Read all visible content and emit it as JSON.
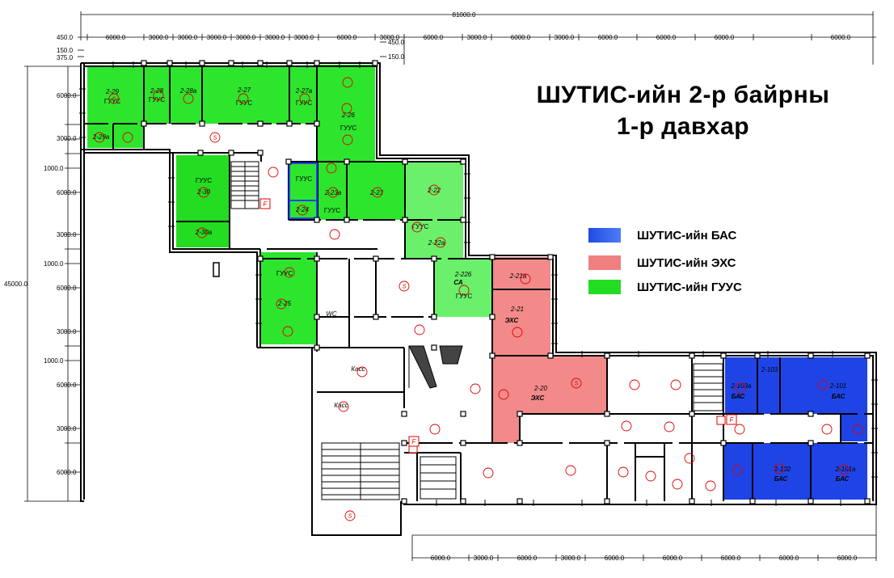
{
  "title": {
    "line1": "ШУТИС-ийн 2-р байрны",
    "line2": "1-р давхар"
  },
  "legend": [
    {
      "label": "ШУТИС-ийн БАС",
      "color": "#1f4be0"
    },
    {
      "label": "ШУТИС-ийн ЭХС",
      "color": "#f08080"
    },
    {
      "label": "ШУТИС-ийн ГУУС",
      "color": "#22dd22"
    }
  ],
  "colors": {
    "green": "#2ee52e",
    "green_light": "#6af06a",
    "red": "#f28a8a",
    "blue": "#1f44e6",
    "wall": "#000000",
    "dim": "#000000",
    "mark": "#dd0000"
  },
  "dimensions": {
    "overall_width": "81000.0",
    "overall_height": "45000.0",
    "top_row": [
      "6000.0",
      "3000.0",
      "3000.0",
      "3000.0",
      "3000.0",
      "3000.0",
      "3000.0",
      "6000.0",
      "3000.0",
      "6000.0",
      "3000.0",
      "6000.0",
      "3000.0",
      "6000.0",
      "6000.0",
      "6000.0",
      "6000.0"
    ],
    "left_offsets": [
      "450.0",
      "150.0",
      "375.0"
    ],
    "right_offsets": [
      "450.0",
      "150.0"
    ],
    "left_column": [
      "6000.0",
      "3000.0",
      "1000.0",
      "6000.0",
      "3000.0",
      "1000.0",
      "6000.0",
      "3000.0",
      "1000.0",
      "6000.0",
      "3000.0",
      "6000.0"
    ],
    "bottom_row": [
      "6000.0",
      "3000.0",
      "6000.0",
      "3000.0",
      "6000.0",
      "6000.0",
      "6000.0",
      "6000.0",
      "6000.0"
    ]
  },
  "rooms": [
    {
      "id": "2-29",
      "org": "ГУУС"
    },
    {
      "id": "2-28",
      "org": "ГУУС"
    },
    {
      "id": "2-28a",
      "org": ""
    },
    {
      "id": "2-27",
      "org": "ГУУС"
    },
    {
      "id": "2-27a",
      "org": "ГУУС"
    },
    {
      "id": "2-26",
      "org": "ГУУС"
    },
    {
      "id": "2-29a",
      "org": ""
    },
    {
      "id": "2-30",
      "org": "ГУУС"
    },
    {
      "id": "2-30a",
      "org": ""
    },
    {
      "id": "2-24",
      "org": ""
    },
    {
      "id": "2-23a",
      "org": "ГУУС"
    },
    {
      "id": "2-23",
      "org": ""
    },
    {
      "id": "2-22",
      "org": ""
    },
    {
      "id": "2-22a",
      "org": "ГУУС"
    },
    {
      "id": "2-25",
      "org": "ГУУС"
    },
    {
      "id": "2-226",
      "org": "ГУУС",
      "extra": "СА"
    },
    {
      "id": "2-21a",
      "org": ""
    },
    {
      "id": "2-21",
      "org": "ЭХС"
    },
    {
      "id": "2-20",
      "org": "ЭХС"
    },
    {
      "id": "2-103",
      "org": ""
    },
    {
      "id": "2-103a",
      "org": "БАС"
    },
    {
      "id": "2-101",
      "org": "БАС"
    },
    {
      "id": "2-102",
      "org": "БАС"
    },
    {
      "id": "2-101a",
      "org": "БАС"
    }
  ],
  "misc_labels": {
    "wc": "WC",
    "kass1": "Касс",
    "kass2": "Касс",
    "mark_s": "S",
    "mark_f": "F",
    "room_guus_extra": "ГУУС"
  }
}
